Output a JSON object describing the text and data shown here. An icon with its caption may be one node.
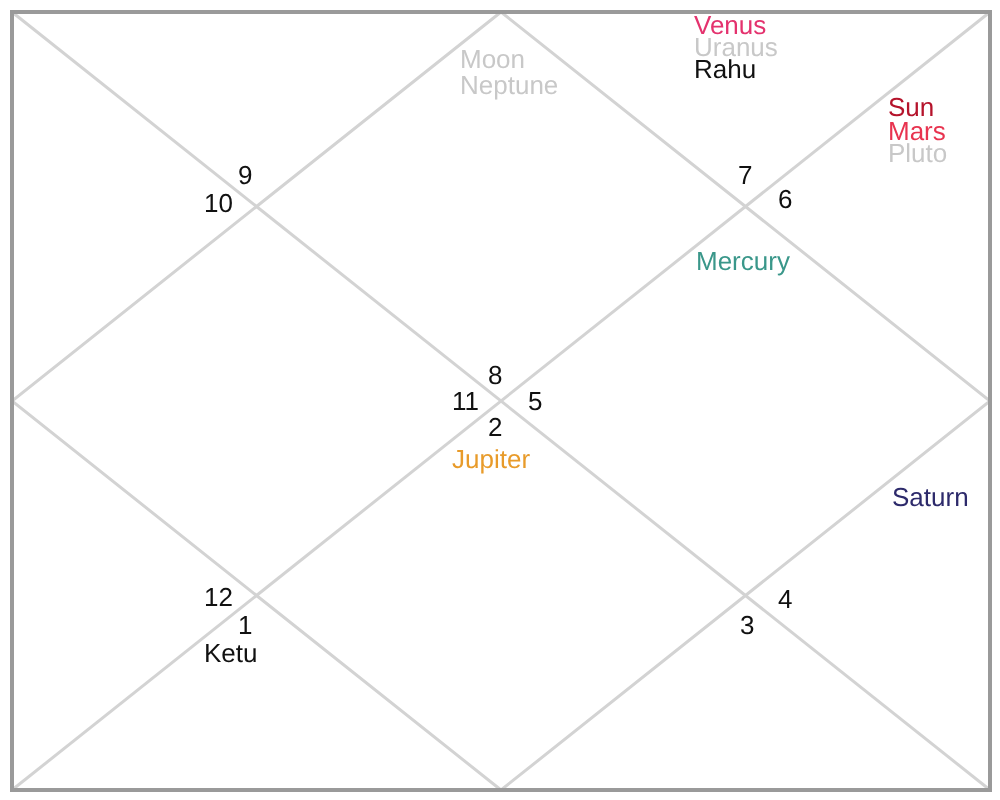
{
  "diagram": {
    "labels": [
      "Venus",
      "Uranus",
      "Moon",
      "Rahu",
      "Neptune",
      "Sun",
      "Mars",
      "Pluto",
      "9",
      "7",
      "10",
      "6",
      "Mercury",
      "8",
      "11",
      "5",
      "2",
      "Jupiter",
      "Saturn",
      "12",
      "4",
      "1",
      "3",
      "Ketu"
    ]
  }
}
